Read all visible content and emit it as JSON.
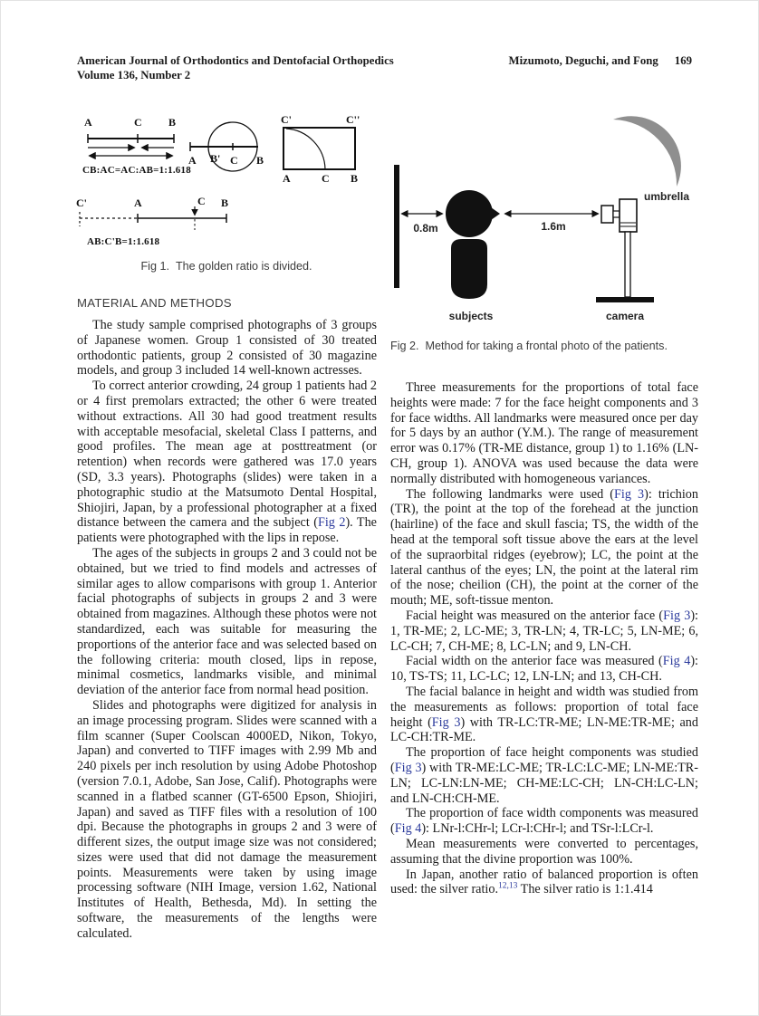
{
  "header": {
    "journal": "American Journal of Orthodontics and Dentofacial Orthopedics",
    "volume": "Volume 136, Number 2",
    "authors": "Mizumoto, Deguchi, and Fong",
    "page_number": "169"
  },
  "section": {
    "heading": "MATERIAL AND METHODS"
  },
  "figure1": {
    "caption_label": "Fig 1.",
    "caption_text": "The golden ratio is divided.",
    "sub1": {
      "a": "A",
      "c": "C",
      "b": "B",
      "formula": "CB:AC=AC:AB=1:1.618"
    },
    "sub2": {
      "a": "A",
      "b_prime": "B'",
      "c": "C",
      "b": "B"
    },
    "sub3": {
      "c_prime": "C'",
      "c_double_prime": "C''",
      "a": "A",
      "c": "C",
      "b": "B"
    },
    "sub4": {
      "c_prime": "C'",
      "a": "A",
      "c": "C",
      "b": "B",
      "formula": "AB:C'B=1:1.618"
    }
  },
  "figure2": {
    "caption_label": "Fig 2.",
    "caption_text": "Method for taking a frontal photo of the patients.",
    "distance_wall_subject": "0.8m",
    "distance_subject_camera": "1.6m",
    "label_umbrella": "umbrella",
    "label_subjects": "subjects",
    "label_camera": "camera"
  },
  "left_column": {
    "paragraphs": [
      {
        "indent": true,
        "runs": [
          {
            "t": "The study sample comprised photographs of 3 groups of Japanese women. Group 1 consisted of 30 treated orthodontic patients, group 2 consisted of 30 magazine models, and group 3 included 14 well-known actresses."
          }
        ]
      },
      {
        "indent": true,
        "runs": [
          {
            "t": "To correct anterior crowding, 24 group 1 patients had 2 or 4 first premolars extracted; the other 6 were treated without extractions. All 30 had good treatment results with acceptable mesofacial, skeletal Class I patterns, and good profiles. The mean age at posttreatment (or retention) when records were gathered was 17.0 years (SD, 3.3 years). Photographs (slides) were taken in a photographic studio at the Matsumoto Dental Hospital, Shiojiri, Japan, by a professional photographer at a fixed distance between the camera and the subject ("
          },
          {
            "t": "Fig 2",
            "link": true
          },
          {
            "t": "). The patients were photographed with the lips in repose."
          }
        ]
      },
      {
        "indent": true,
        "runs": [
          {
            "t": "The ages of the subjects in groups 2 and 3 could not be obtained, but we tried to find models and actresses of similar ages to allow comparisons with group 1. Anterior facial photographs of subjects in groups 2 and 3 were obtained from magazines. Although these photos were not standardized, each was suitable for measuring the proportions of the anterior face and was selected based on the following criteria: mouth closed, lips in repose, minimal cosmetics, landmarks visible, and minimal deviation of the anterior face from normal head position."
          }
        ]
      },
      {
        "indent": true,
        "runs": [
          {
            "t": "Slides and photographs were digitized for analysis in an image processing program. Slides were scanned with a film scanner (Super Coolscan 4000ED, Nikon, Tokyo, Japan) and converted to TIFF images with 2.99 Mb and 240 pixels per inch resolution by using Adobe Photoshop (version 7.0.1, Adobe, San Jose, Calif). Photographs were scanned in a flatbed scanner (GT-6500 Epson, Shiojiri, Japan) and saved as TIFF files with a resolution of 100 dpi. Because the photographs in groups 2 and 3 were of different sizes, the output image size was not considered; sizes were used that did not damage the measurement points. Measurements were taken by using image processing software (NIH Image, version 1.62, National Institutes of Health, Bethesda, Md). In setting the software, the measurements of the lengths were calculated."
          }
        ]
      }
    ]
  },
  "right_column": {
    "paragraphs": [
      {
        "indent": true,
        "runs": [
          {
            "t": "Three measurements for the proportions of total face heights were made: 7 for the face height components and 3 for face widths. All landmarks were measured once per day for 5 days by an author (Y.M.). The range of measurement error was 0.17% (TR-ME distance, group 1) to 1.16% (LN-CH, group 1). ANOVA was used because the data were normally distributed with homogeneous variances."
          }
        ]
      },
      {
        "indent": true,
        "runs": [
          {
            "t": "The following landmarks were used ("
          },
          {
            "t": "Fig 3",
            "link": true
          },
          {
            "t": "): trichion (TR), the point at the top of the forehead at the junction (hairline) of the face and skull fascia; TS, the width of the head at the temporal soft tissue above the ears at the level of the supraorbital ridges (eyebrow); LC, the point at the lateral canthus of the eyes; LN, the point at the lateral rim of the nose; cheilion (CH), the point at the corner of the mouth; ME, soft-tissue menton."
          }
        ]
      },
      {
        "indent": true,
        "runs": [
          {
            "t": "Facial height was measured on the anterior face ("
          },
          {
            "t": "Fig 3",
            "link": true
          },
          {
            "t": "): 1, TR-ME; 2, LC-ME; 3, TR-LN; 4, TR-LC; 5, LN-ME; 6, LC-CH; 7, CH-ME; 8, LC-LN; and 9, LN-CH."
          }
        ]
      },
      {
        "indent": true,
        "runs": [
          {
            "t": "Facial width on the anterior face was measured ("
          },
          {
            "t": "Fig 4",
            "link": true
          },
          {
            "t": "): 10, TS-TS; 11, LC-LC; 12, LN-LN; and 13, CH-CH."
          }
        ]
      },
      {
        "indent": true,
        "runs": [
          {
            "t": "The facial balance in height and width was studied from the measurements as follows: proportion of total face height ("
          },
          {
            "t": "Fig 3",
            "link": true
          },
          {
            "t": ") with TR-LC:TR-ME; LN-ME:TR-ME; and LC-CH:TR-ME."
          }
        ]
      },
      {
        "indent": true,
        "runs": [
          {
            "t": "The proportion of face height components was studied ("
          },
          {
            "t": "Fig 3",
            "link": true
          },
          {
            "t": ") with TR-ME:LC-ME; TR-LC:LC-ME; LN-ME:TR-LN; LC-LN:LN-ME; CH-ME:LC-CH; LN-CH:LC-LN; and LN-CH:CH-ME."
          }
        ]
      },
      {
        "indent": true,
        "runs": [
          {
            "t": "The proportion of face width components was measured ("
          },
          {
            "t": "Fig 4",
            "link": true
          },
          {
            "t": "): LNr-l:CHr-l; LCr-l:CHr-l; and TSr-l:LCr-l."
          }
        ]
      },
      {
        "indent": true,
        "runs": [
          {
            "t": "Mean measurements were converted to percentages, assuming that the divine proportion was 100%."
          }
        ]
      },
      {
        "indent": true,
        "runs": [
          {
            "t": "In Japan, another ratio of balanced proportion is often used: the silver ratio."
          },
          {
            "t": "12,13",
            "link": true,
            "sup": true
          },
          {
            "t": " The silver ratio is 1:1.414"
          }
        ]
      }
    ]
  }
}
